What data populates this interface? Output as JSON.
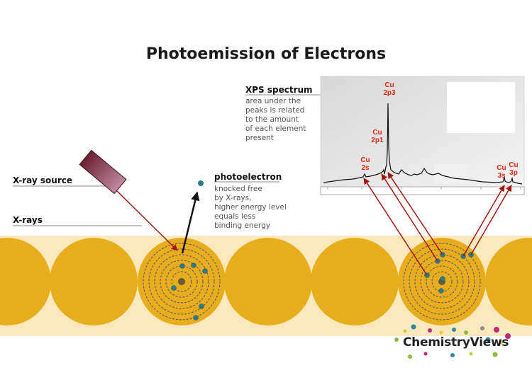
{
  "title": "Photoemission of Electrons",
  "labels": {
    "xray_source": "X-ray source",
    "xrays": "X-rays",
    "photoelectron_title": "photoelectron",
    "photoelectron_desc": "knocked free\nby X-rays,\nhigher energy level\nequals less\nbinding energy",
    "xps_title": "XPS spectrum",
    "xps_desc": "area under the\npeaks is related\nto the amount\nof each element\npresent"
  },
  "peaks": [
    {
      "label": "Cu\n2p3"
    },
    {
      "label": "Cu\n2p1"
    },
    {
      "label": "Cu\n2s"
    },
    {
      "label": "Cu\n3s"
    },
    {
      "label": "Cu\n3p"
    }
  ],
  "brand": "ChemistryViews",
  "colors": {
    "atom": "#e8ad1c",
    "band": "#fbe9bd",
    "electron": "#2a7c8a",
    "arrow_red": "#a01810",
    "nucleus": "#6b5a3a",
    "peak_label": "#e0280f"
  }
}
